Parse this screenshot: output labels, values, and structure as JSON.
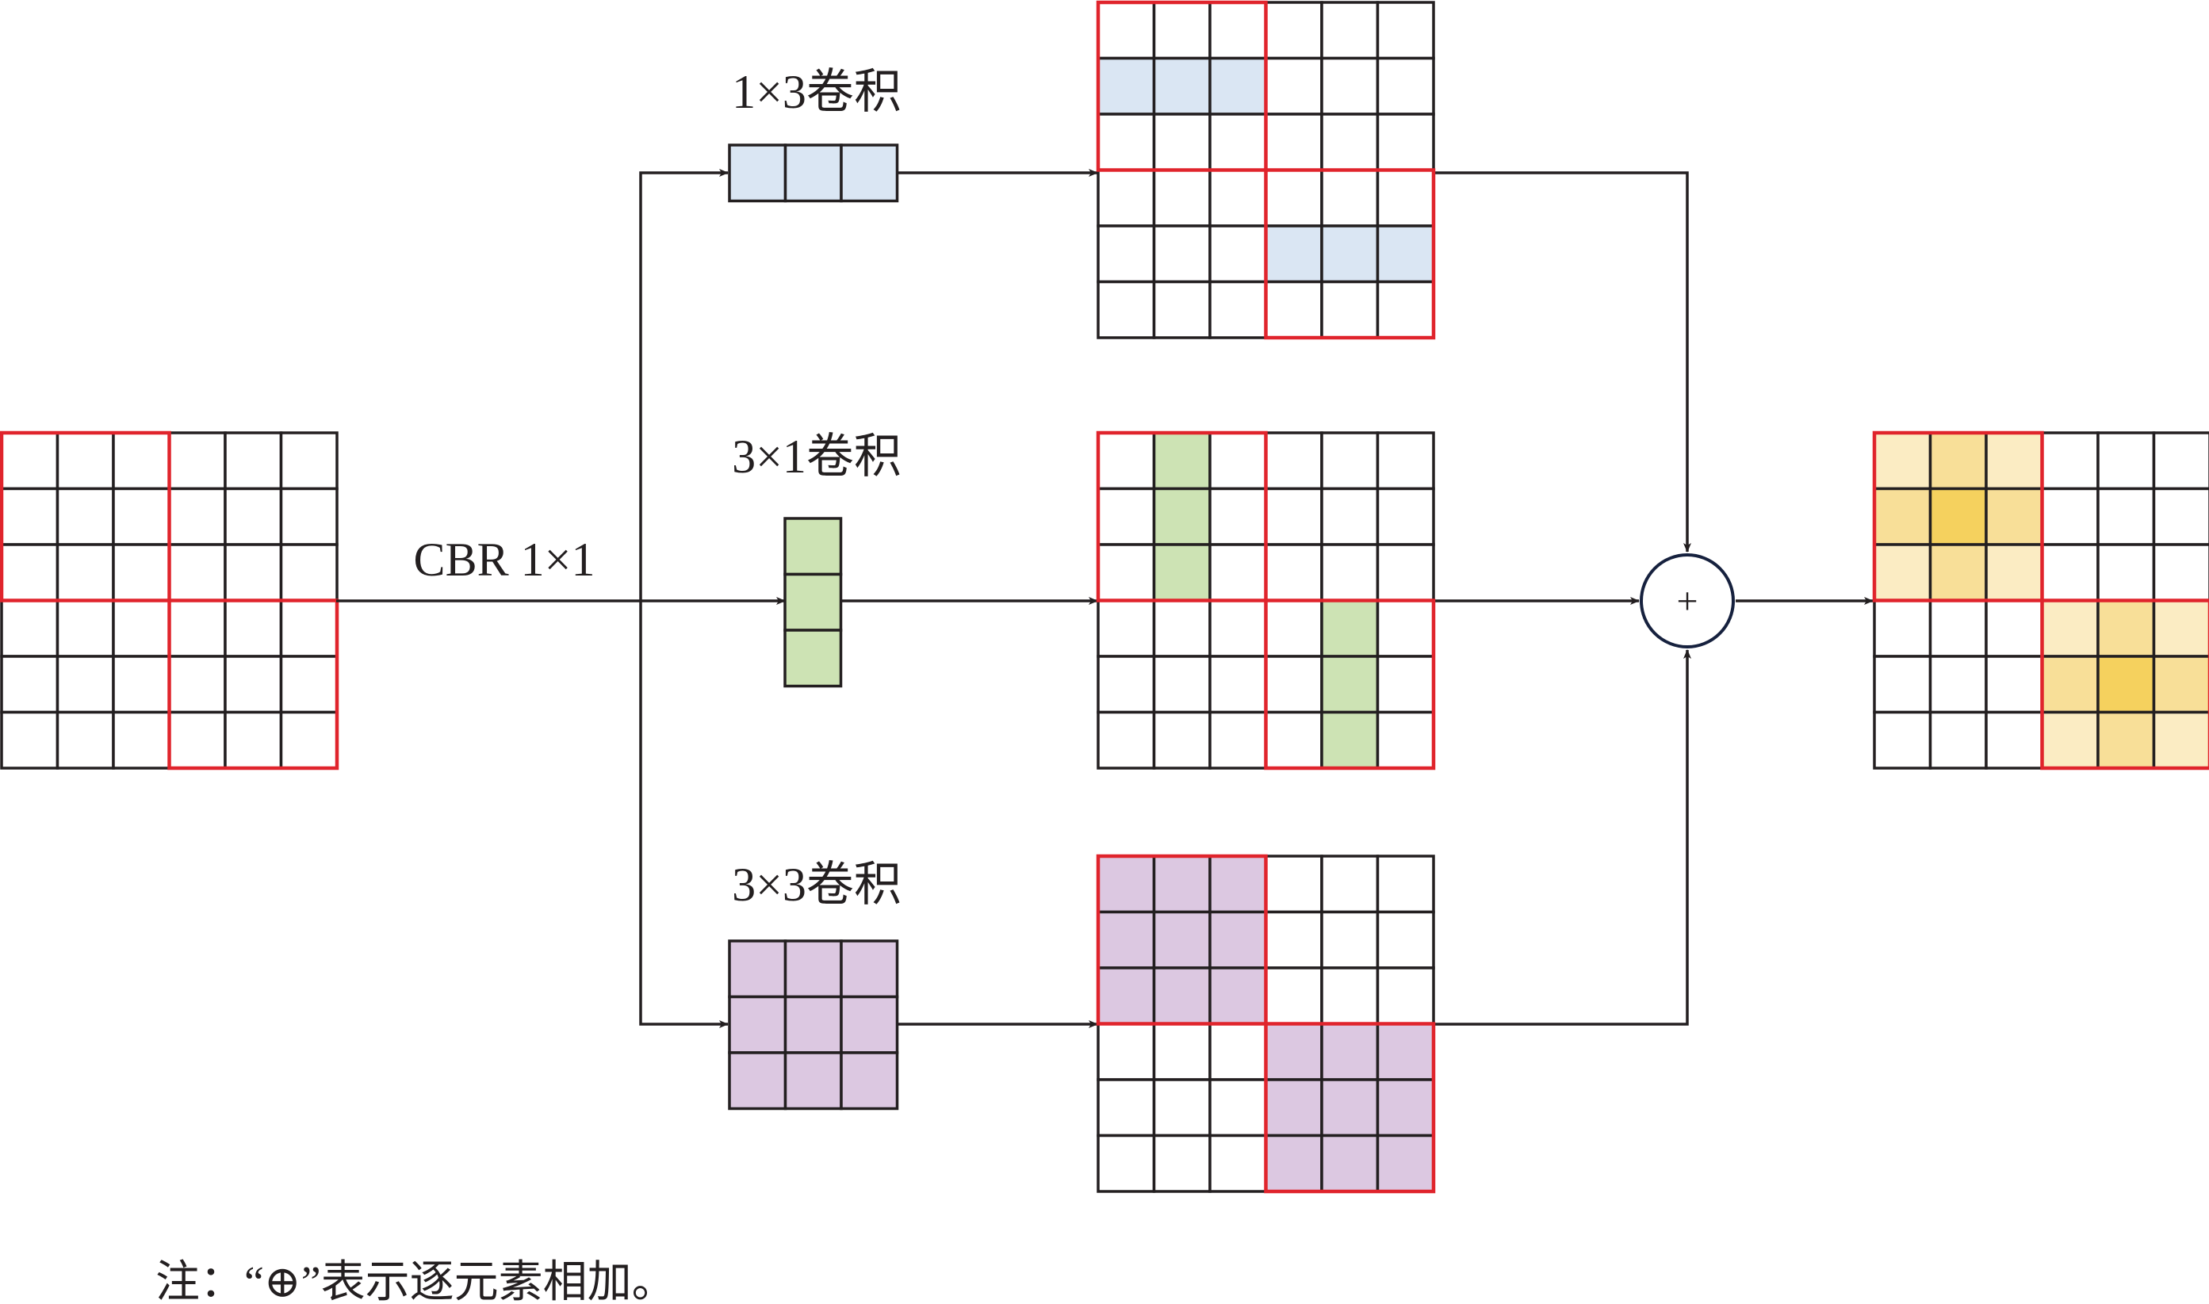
{
  "labels": {
    "cbr": "CBR 1×1",
    "conv_1x3": "1×3卷积",
    "conv_3x1": "3×1卷积",
    "conv_3x3": "3×3卷积",
    "sum_symbol": "+"
  },
  "note": "注：“⊕”表示逐元素相加。",
  "colors": {
    "grid_line": "#231f20",
    "window_border": "#e0242c",
    "kernel_1x3_fill": "#dae6f3",
    "kernel_3x1_fill": "#cde3b4",
    "kernel_3x3_fill": "#dcc8e1",
    "output_light": "#fbecc3",
    "output_mid": "#f8df98",
    "output_center": "#f5d15e",
    "sum_circle": "#16213e"
  },
  "feature_map": {
    "rows": 6,
    "cols": 6,
    "windows": [
      "top-left 3×3",
      "bottom-right 3×3"
    ]
  },
  "branches": [
    "1×3卷积",
    "3×1卷积",
    "3×3卷积"
  ]
}
